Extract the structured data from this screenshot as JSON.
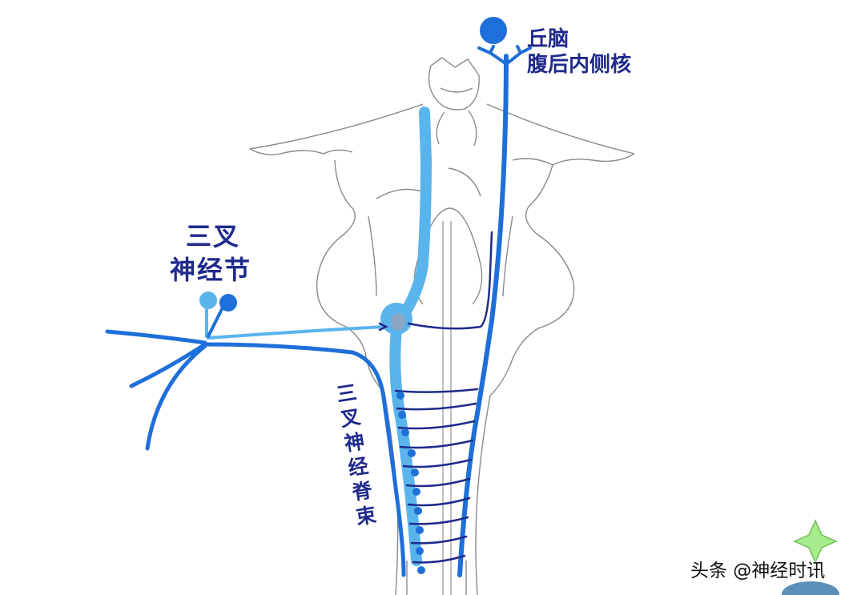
{
  "labels": {
    "thalamus_line1": "丘脑",
    "thalamus_line2": "腹后内侧核",
    "ganglion_line1": "三叉",
    "ganglion_line2": "神经节",
    "spinal_tract": "三叉神经脊束"
  },
  "watermark": "头条 @神经时讯",
  "colors": {
    "outline": "#8a8a8a",
    "pathway_light": "#5ab4ec",
    "pathway_medium": "#1e6fd9",
    "pathway_dark": "#1f2a8c",
    "label_text": "#1f2a8c",
    "nav_star": "#a6ec8c",
    "nav_button": "#5a8fb8"
  },
  "icons": {
    "nav_star": "star-icon",
    "back_button": "back-button-icon"
  }
}
